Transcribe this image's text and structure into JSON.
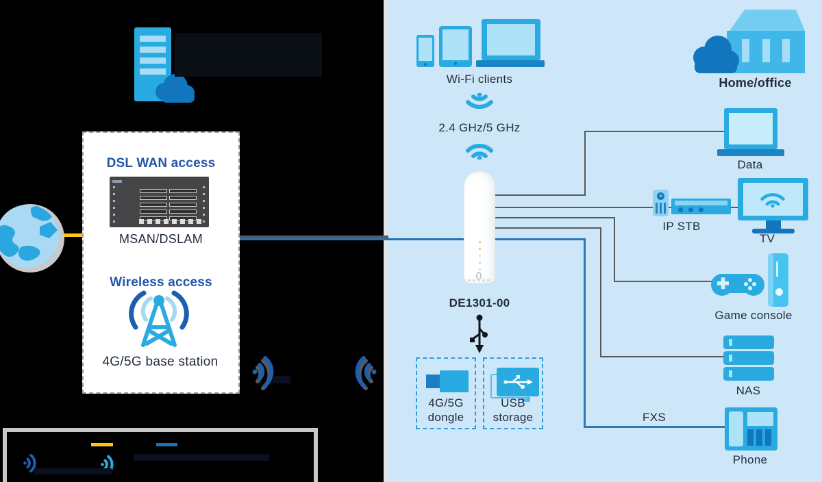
{
  "colors": {
    "panel_bg": "#cde7f8",
    "accent_blue": "#29abe2",
    "light_blue_fill": "#aee2f8",
    "dark_blue": "#1176bd",
    "royal_heading": "#2456a8",
    "navy_text": "#222c3d",
    "yellow_line": "#ffc60e",
    "wan_blue_line": "#2470b3",
    "gray_line": "#58595b",
    "signal_blue": "#1d5fae"
  },
  "wan_area": {
    "dsl_heading": "DSL WAN access",
    "msan_label": "MSAN/DSLAM",
    "wireless_heading": "Wireless access",
    "base_station_label": "4G/5G base station"
  },
  "lan_area": {
    "wifi_clients_label": "Wi-Fi clients",
    "band_label": "2.4 GHz/5 GHz",
    "router_model": "DE1301-00",
    "home_office_label": "Home/office",
    "data_label": "Data",
    "ip_stb_label": "IP STB",
    "tv_label": "TV",
    "game_console_label": "Game console",
    "nas_label": "NAS",
    "fxs_label": "FXS",
    "phone_label": "Phone",
    "dongle_label_line1": "4G/5G",
    "dongle_label_line2": "dongle",
    "usb_storage_label_line1": "USB",
    "usb_storage_label_line2": "storage"
  },
  "icons": {
    "globe-icon": "blue globe with gray halo",
    "server-cloud-icon": "blue server tower with dark cloud",
    "msan-rack-icon": "dark DSLAM chassis with line-card slots",
    "antenna-icon": "lattice tower with radio arcs",
    "wifi-signal-icon": "wifi arcs with dot",
    "smartphone-icon": "phone outline",
    "tablet-icon": "tablet outline",
    "laptop-icon": "laptop outline",
    "router-icon": "white cylindrical DE1301-00 unit",
    "usb-symbol-icon": "black USB trident",
    "dongle-icon": "USB cellular dongle",
    "usb-storage-icon": "USB drive with white trident",
    "home-office-icon": "building with cloud",
    "ip-stb-icon": "remote control and set-top box",
    "tv-icon": "TV with wifi on screen",
    "game-console-icon": "gamepad and console tower",
    "nas-icon": "three stacked drive bays",
    "phone-icon": "desk phone with keypad"
  }
}
